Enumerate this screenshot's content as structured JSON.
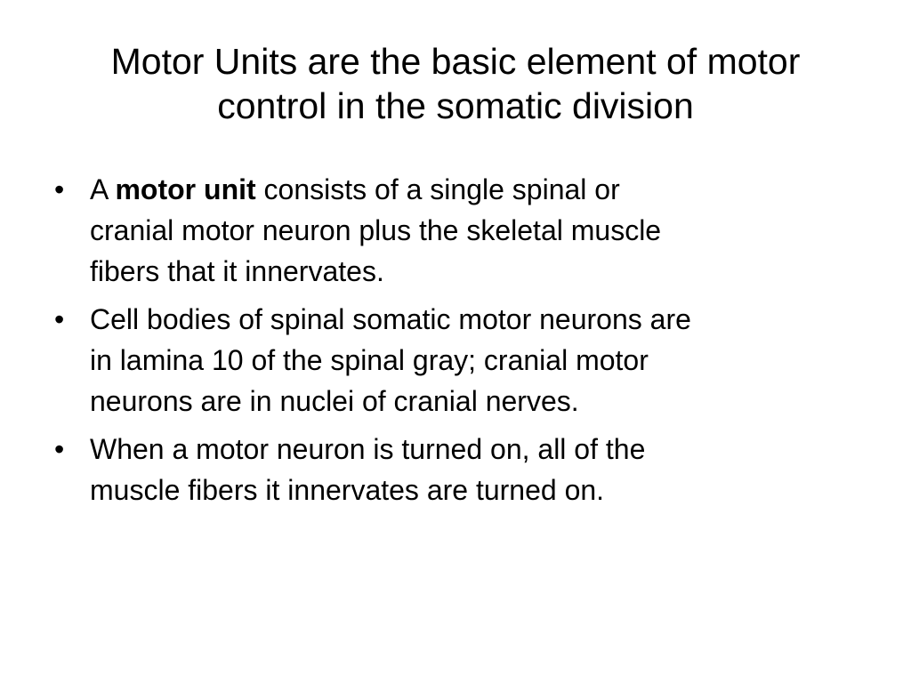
{
  "slide": {
    "title_lines": [
      "Motor Units are the basic element of motor",
      "control in the somatic division"
    ],
    "bullet_symbol": "•",
    "bullets": [
      {
        "lines": [
          {
            "pre": "A ",
            "bold": "motor unit",
            "post": " consists of a single spinal or"
          },
          "cranial motor neuron plus the skeletal muscle",
          "fibers that it innervates."
        ]
      },
      {
        "lines": [
          "Cell bodies of spinal somatic motor neurons are",
          "in lamina 10 of the spinal gray; cranial motor",
          "neurons are in nuclei of cranial nerves."
        ]
      },
      {
        "lines": [
          "When a motor neuron is turned on, all of the",
          "muscle fibers it innervates are turned on."
        ]
      }
    ]
  }
}
